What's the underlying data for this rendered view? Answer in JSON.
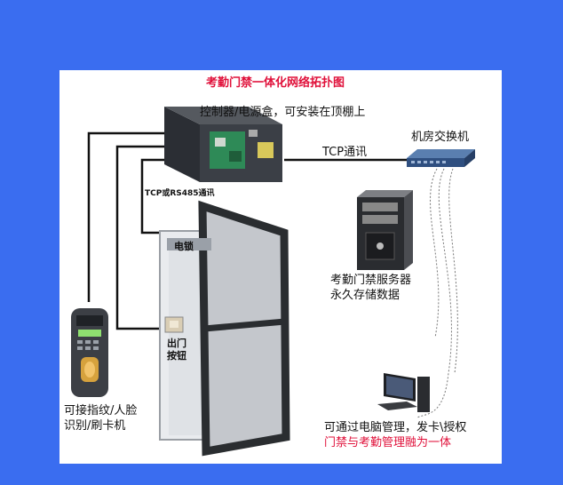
{
  "title": "考勤门禁一体化网络拓扑图",
  "labels": {
    "controller": "控制器/电源盒，可安装在顶棚上",
    "tcp": "TCP通讯",
    "switch": "机房交换机",
    "tcp_rs485": "TCP或RS485通讯",
    "lock": "电锁",
    "exit_button_line1": "出门",
    "exit_button_line2": "按钮",
    "server_line1": "考勤门禁服务器",
    "server_line2": "永久存储数据",
    "reader_line1": "可接指纹/人脸",
    "reader_line2": "识别/刷卡机",
    "pc_line1": "可通过电脑管理，发卡\\授权",
    "pc_line2": "门禁与考勤管理融为一体"
  },
  "colors": {
    "background": "#3a6df0",
    "panel": "#ffffff",
    "title": "#e0103a",
    "emphasis": "#e0103a"
  },
  "icons": [
    "controller-box-icon",
    "network-switch-icon",
    "server-tower-icon",
    "door-icon",
    "fingerprint-reader-icon",
    "desktop-pc-icon",
    "exit-button-icon"
  ]
}
